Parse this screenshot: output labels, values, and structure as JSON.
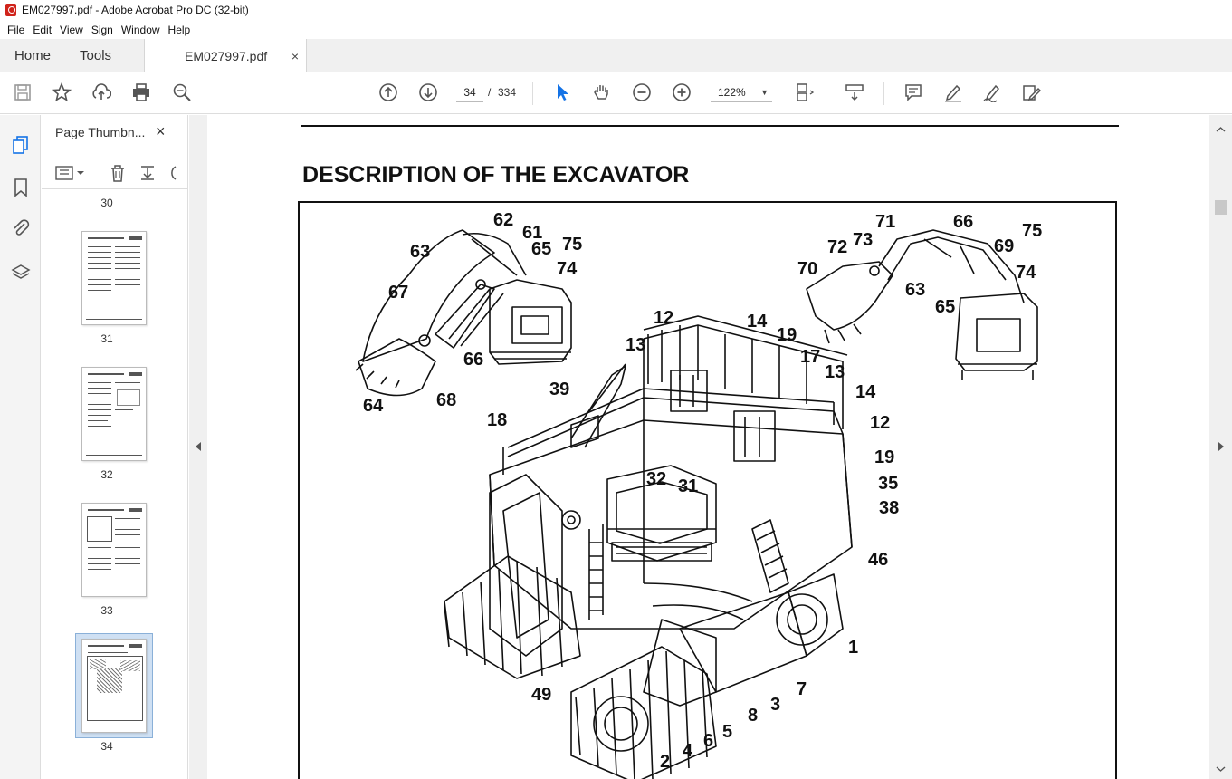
{
  "window": {
    "title": "EM027997.pdf - Adobe Acrobat Pro DC (32-bit)"
  },
  "menu": [
    "File",
    "Edit",
    "View",
    "Sign",
    "Window",
    "Help"
  ],
  "tabs": {
    "home": "Home",
    "tools": "Tools",
    "document": "EM027997.pdf",
    "close_glyph": "×"
  },
  "toolbar": {
    "current_page": "34",
    "page_separator": "/",
    "total_pages": "334",
    "zoom": "122%"
  },
  "thumbnails": {
    "panel_title": "Page Thumbn...",
    "close_glyph": "×",
    "pages": [
      "30",
      "31",
      "32",
      "33",
      "34"
    ],
    "selected_page": "34"
  },
  "document": {
    "heading": "DESCRIPTION OF THE EXCAVATOR",
    "callouts": [
      "62",
      "61",
      "65",
      "75",
      "63",
      "74",
      "67",
      "66",
      "64",
      "68",
      "71",
      "66",
      "72",
      "73",
      "75",
      "69",
      "70",
      "74",
      "63",
      "65",
      "12",
      "14",
      "19",
      "13",
      "17",
      "39",
      "13",
      "14",
      "18",
      "12",
      "19",
      "32",
      "31",
      "35",
      "38",
      "46",
      "1",
      "7",
      "49",
      "3",
      "8",
      "5",
      "6",
      "4",
      "2"
    ]
  },
  "colors": {
    "accent": "#1473e6",
    "pdf_red": "#d0231b",
    "selection": "#cfe0f3"
  },
  "icons": {
    "save": "save-icon",
    "bookmark": "star-icon",
    "upload": "upload-icon",
    "print": "print-icon",
    "search": "zoom-search-icon",
    "prev": "arrow-up-circle-icon",
    "next": "arrow-down-circle-icon",
    "select": "cursor-arrow-icon",
    "hand": "hand-icon",
    "zoom_out": "minus-circle-icon",
    "zoom_in": "plus-circle-icon"
  }
}
